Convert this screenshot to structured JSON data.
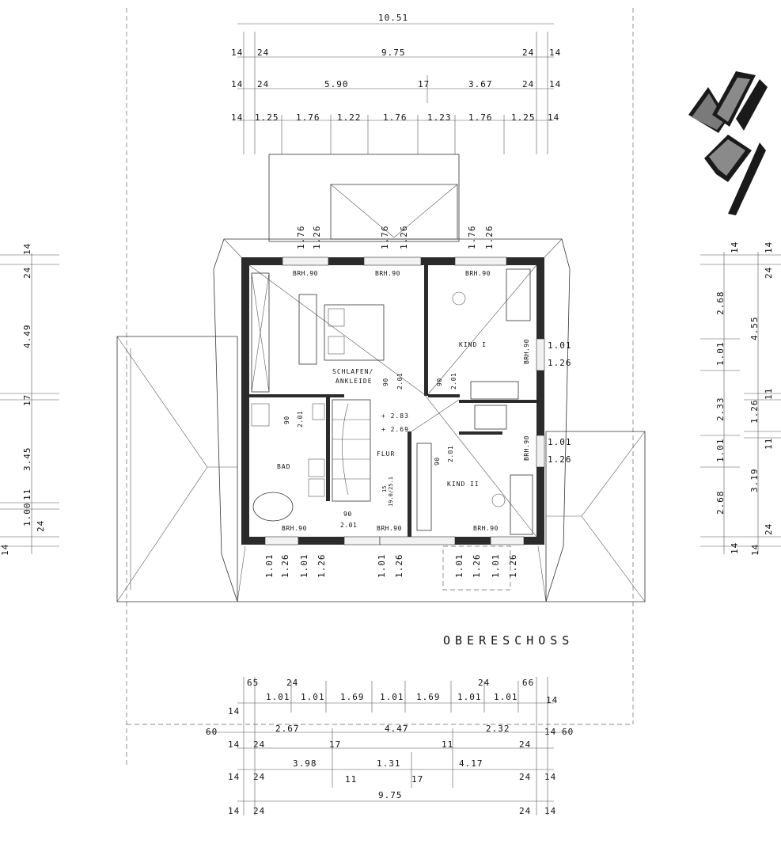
{
  "title": "OBERESCHOSS",
  "top_dims": {
    "overall": "10.51",
    "row1": [
      "14",
      "24",
      "9.75",
      "24",
      "14"
    ],
    "row2": [
      "14",
      "24",
      "5.90",
      "17",
      "3.67",
      "24",
      "14"
    ],
    "row3": [
      "14",
      "1.25",
      "1.76",
      "1.22",
      "1.76",
      "1.23",
      "1.76",
      "1.25",
      "14"
    ]
  },
  "top_windows": [
    "1.76",
    "1.26",
    "1.76",
    "1.26",
    "1.76",
    "1.26"
  ],
  "left_dims": [
    "14",
    "24",
    "4.49",
    "17",
    "3.45",
    "1.00",
    "11",
    "24",
    "14"
  ],
  "right_dims": {
    "outer": [
      "14",
      "2.68",
      "1.01",
      "2.33",
      "1.01",
      "2.68",
      "14"
    ],
    "inner": [
      "14",
      "24",
      "4.55",
      "11",
      "1.26",
      "11",
      "3.19",
      "24",
      "14"
    ]
  },
  "right_windows": [
    "1.01",
    "1.26",
    "1.01",
    "1.26"
  ],
  "bottom_windows": [
    "1.01",
    "1.26",
    "1.01",
    "1.26",
    "1.01",
    "1.26",
    "1.01",
    "1.26",
    "1.01",
    "1.26"
  ],
  "bottom_dims": {
    "row1": [
      "65",
      "24",
      "1.01",
      "1.01",
      "1.69",
      "1.01",
      "1.69",
      "1.01",
      "24",
      "1.01",
      "66",
      "14"
    ],
    "row2": [
      "14",
      "60",
      "2.67",
      "4.47",
      "2.32",
      "14",
      "60"
    ],
    "row3": [
      "14",
      "24",
      "17",
      "11",
      "24"
    ],
    "row4": [
      "14",
      "24",
      "3.98",
      "1.31",
      "4.17",
      "11",
      "17",
      "24",
      "14"
    ],
    "row5": [
      "14",
      "24",
      "9.75",
      "24",
      "14"
    ]
  },
  "rooms": {
    "schlafen": "SCHLAFEN/\nANKLEIDE",
    "schlafen_1": "SCHLAFEN/",
    "schlafen_2": "ANKLEIDE",
    "kind1": "KIND I",
    "kind2": "KIND II",
    "bad": "BAD",
    "flur": "FLUR"
  },
  "brh": "BRH.90",
  "door_widths": [
    "90",
    "2.01"
  ],
  "levels": [
    "+ 2.83",
    "+ 2.69"
  ],
  "stair": [
    "15",
    "19.0/25.1"
  ]
}
